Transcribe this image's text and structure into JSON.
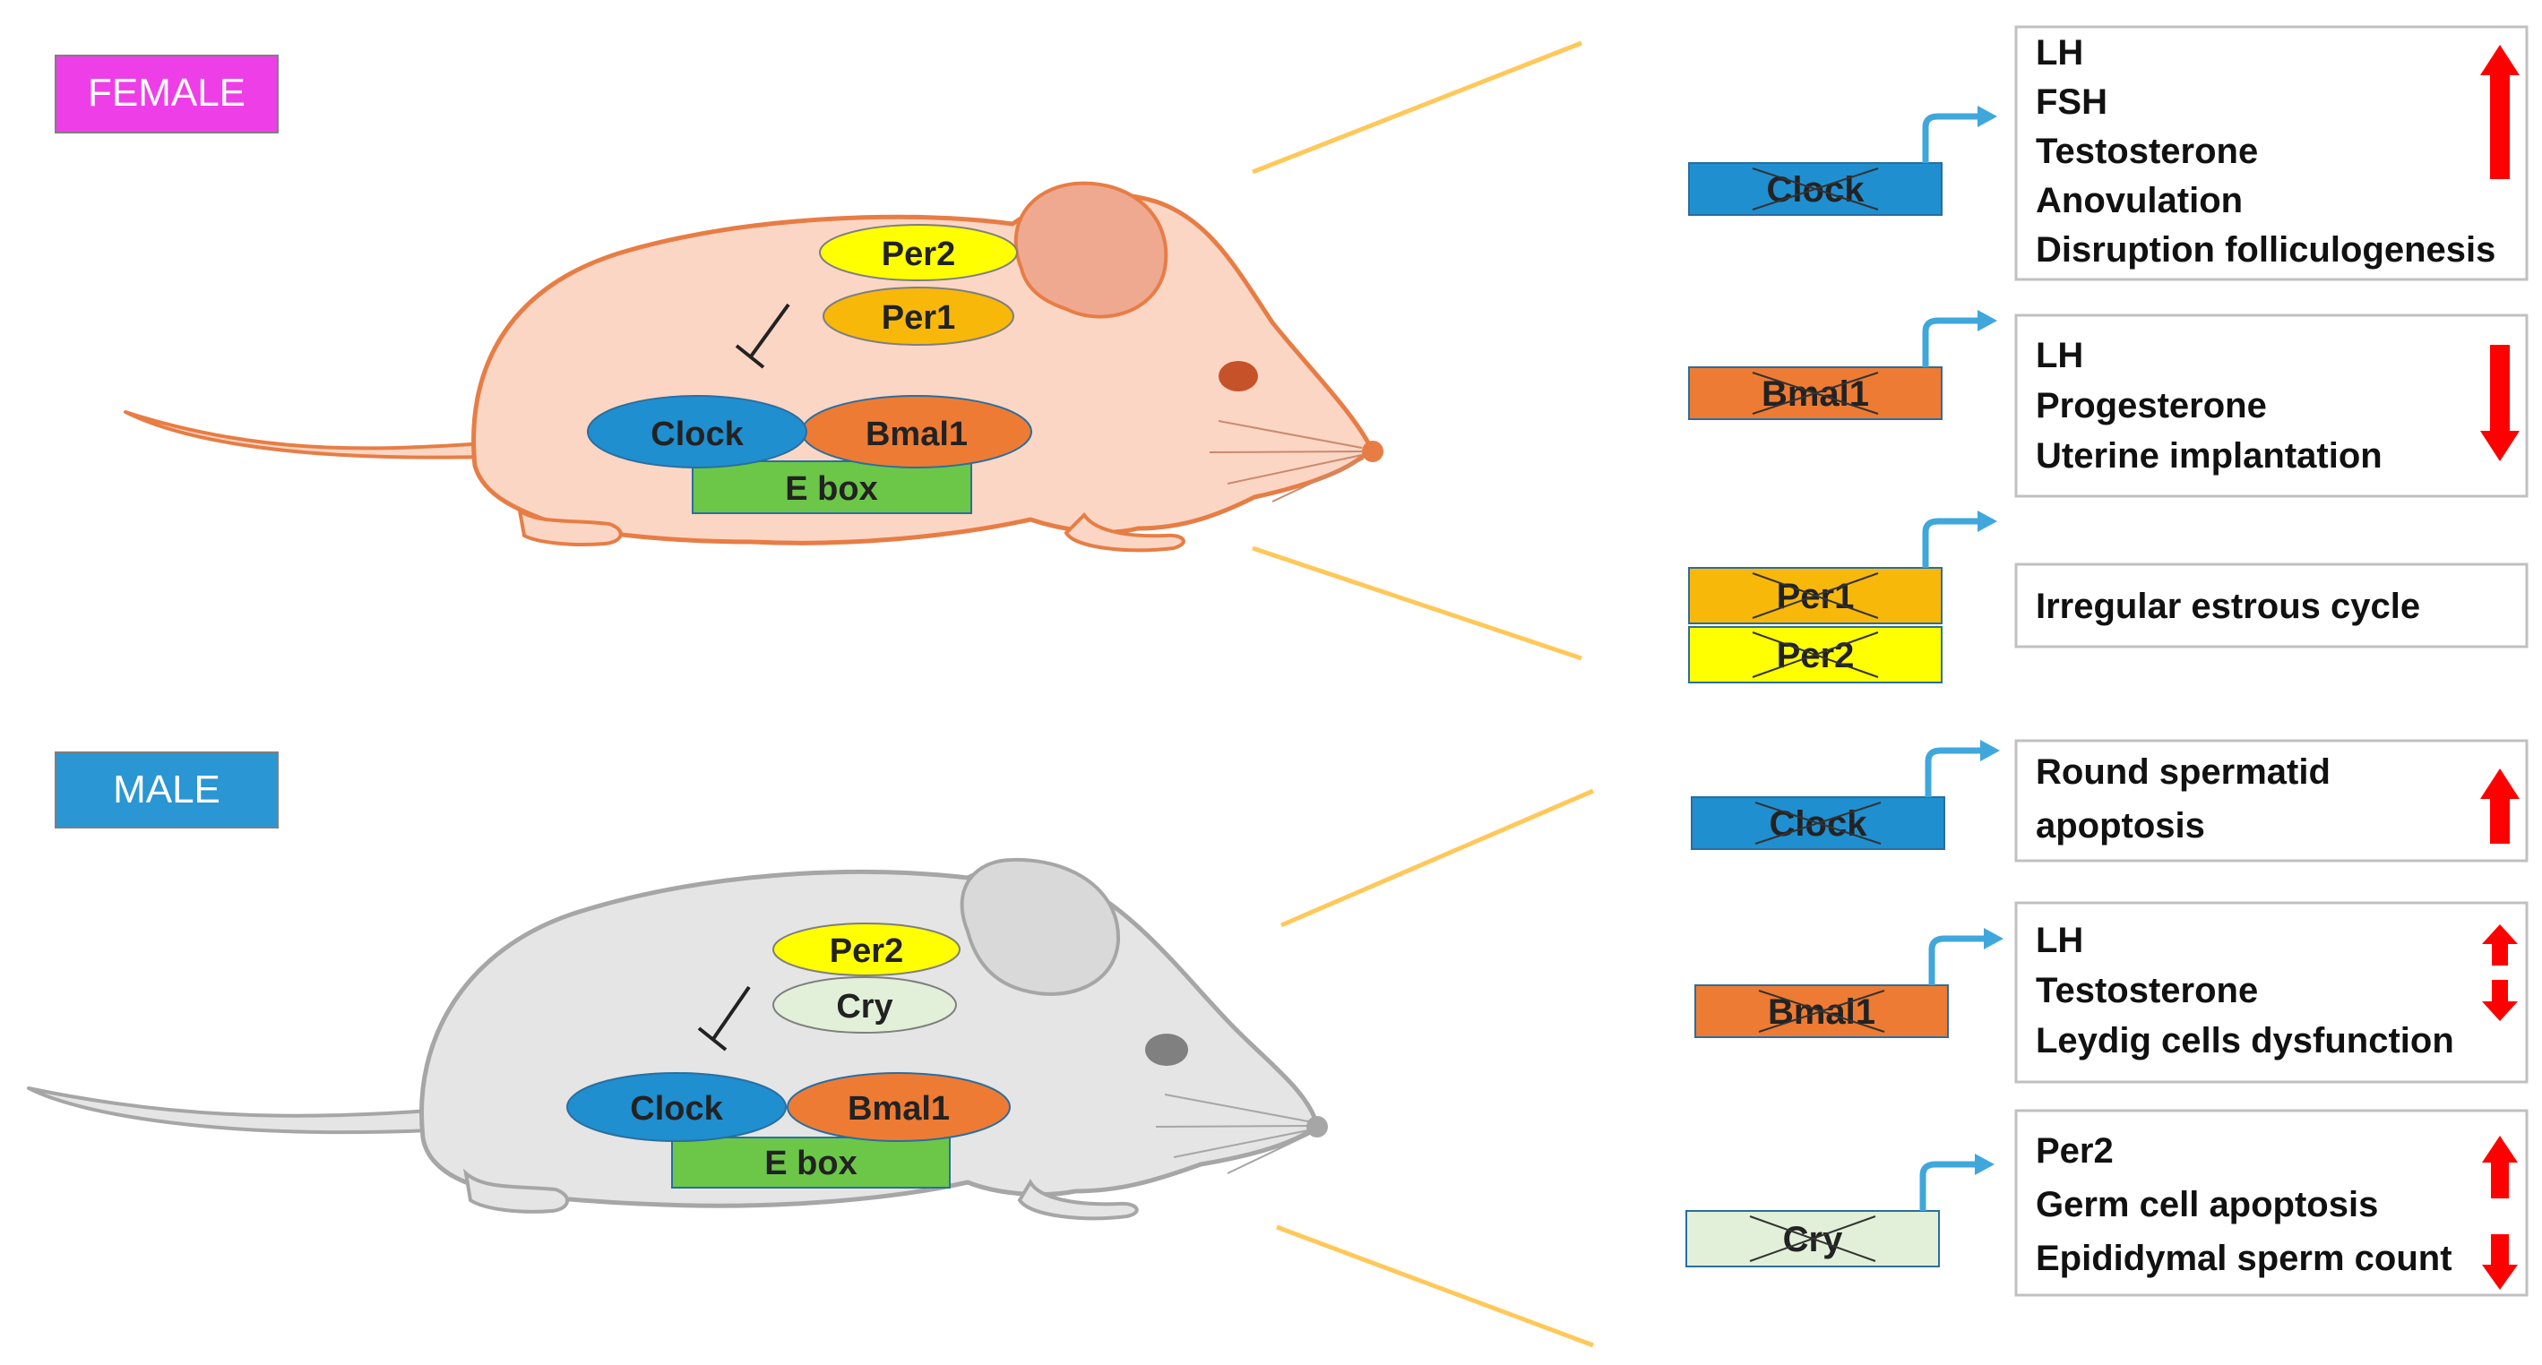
{
  "colors": {
    "female_label_bg": "#ee3ee8",
    "male_label_bg": "#2a96d3",
    "female_body": "#fcd6c4",
    "female_outline": "#e77d45",
    "female_ear_inner": "#f0a991",
    "female_eye": "#c6522a",
    "male_body": "#e5e5e5",
    "male_outline": "#a6a6a6",
    "male_eye": "#808080",
    "clock": "#1f8fd0",
    "bmal1": "#ee7b33",
    "per1": "#f8b80a",
    "per2": "#ffff00",
    "cry": "#e2f0d9",
    "ebox": "#6cc748",
    "promoter_arrow": "#3fa7dc",
    "connector_line": "#ffc85a",
    "effect_arrow": "#ff0000",
    "box_border": "#c0c0c0"
  },
  "female": {
    "label": "FEMALE",
    "mouse": {
      "per2": "Per2",
      "per1": "Per1",
      "clock": "Clock",
      "bmal1": "Bmal1",
      "ebox": "E box"
    },
    "knockouts": [
      {
        "genes": [
          "Clock"
        ],
        "effects": [
          "LH",
          "FSH",
          "Testosterone",
          "Anovulation",
          "Disruption folliculogenesis"
        ],
        "direction": "up"
      },
      {
        "genes": [
          "Bmal1"
        ],
        "effects": [
          "LH",
          "Progesterone",
          "Uterine implantation"
        ],
        "direction": "down"
      },
      {
        "genes": [
          "Per1",
          "Per2"
        ],
        "effects": [
          "Irregular estrous cycle"
        ],
        "direction": "none"
      }
    ]
  },
  "male": {
    "label": "MALE",
    "mouse": {
      "per2": "Per2",
      "cry": "Cry",
      "clock": "Clock",
      "bmal1": "Bmal1",
      "ebox": "E box"
    },
    "knockouts": [
      {
        "genes": [
          "Clock"
        ],
        "effects": [
          "Round spermatid",
          "apoptosis"
        ],
        "direction": "up"
      },
      {
        "genes": [
          "Bmal1"
        ],
        "effects": [
          "LH",
          "Testosterone",
          "Leydig cells dysfunction"
        ],
        "direction": "up-down"
      },
      {
        "genes": [
          "Cry"
        ],
        "effects": [
          "Per2",
          "Germ cell apoptosis",
          "Epididymal sperm count"
        ],
        "direction": "up-down"
      }
    ]
  }
}
